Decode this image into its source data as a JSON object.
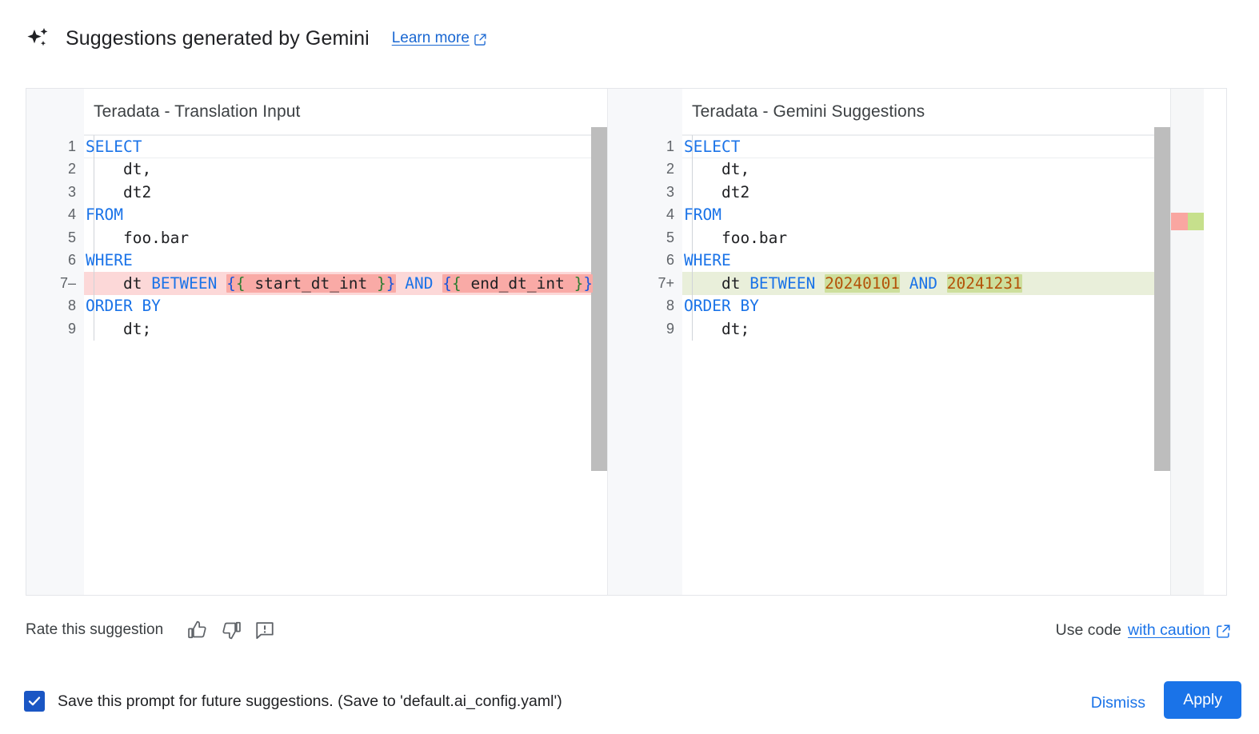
{
  "header": {
    "sparkle_icon": "sparkle-icon",
    "title": "Suggestions generated by Gemini",
    "learn_more_label": "Learn more",
    "external_icon": "external-link-icon"
  },
  "diff": {
    "left_pane": {
      "title": "Teradata - Translation Input",
      "lines": [
        {
          "n": "1",
          "sign": "",
          "state": "current",
          "segments": [
            {
              "t": "SELECT",
              "c": "kw"
            }
          ]
        },
        {
          "n": "2",
          "sign": "",
          "state": "normal",
          "segments": [
            {
              "t": "    dt,",
              "c": ""
            }
          ]
        },
        {
          "n": "3",
          "sign": "",
          "state": "normal",
          "segments": [
            {
              "t": "    dt2",
              "c": ""
            }
          ]
        },
        {
          "n": "4",
          "sign": "",
          "state": "normal",
          "segments": [
            {
              "t": "FROM",
              "c": "kw"
            }
          ]
        },
        {
          "n": "5",
          "sign": "",
          "state": "normal",
          "segments": [
            {
              "t": "    foo.bar",
              "c": ""
            }
          ]
        },
        {
          "n": "6",
          "sign": "",
          "state": "normal",
          "segments": [
            {
              "t": "WHERE",
              "c": "kw"
            }
          ]
        },
        {
          "n": "7",
          "sign": "–",
          "state": "deleted",
          "segments": [
            {
              "t": "    dt ",
              "c": ""
            },
            {
              "t": "BETWEEN",
              "c": "kw"
            },
            {
              "t": " ",
              "c": ""
            },
            {
              "t": "{{ start_dt_int }}",
              "c": "tpl",
              "hl": "del"
            },
            {
              "t": " ",
              "c": ""
            },
            {
              "t": "AND",
              "c": "kw"
            },
            {
              "t": " ",
              "c": ""
            },
            {
              "t": "{{ end_dt_int }}",
              "c": "tpl",
              "hl": "del"
            }
          ]
        },
        {
          "n": "8",
          "sign": "",
          "state": "normal",
          "segments": [
            {
              "t": "ORDER BY",
              "c": "kw"
            }
          ]
        },
        {
          "n": "9",
          "sign": "",
          "state": "normal",
          "segments": [
            {
              "t": "    dt;",
              "c": ""
            }
          ]
        }
      ]
    },
    "right_pane": {
      "title": "Teradata - Gemini Suggestions",
      "lines": [
        {
          "n": "1",
          "sign": "",
          "state": "current",
          "segments": [
            {
              "t": "SELECT",
              "c": "kw"
            }
          ]
        },
        {
          "n": "2",
          "sign": "",
          "state": "normal",
          "segments": [
            {
              "t": "    dt,",
              "c": ""
            }
          ]
        },
        {
          "n": "3",
          "sign": "",
          "state": "normal",
          "segments": [
            {
              "t": "    dt2",
              "c": ""
            }
          ]
        },
        {
          "n": "4",
          "sign": "",
          "state": "normal",
          "segments": [
            {
              "t": "FROM",
              "c": "kw"
            }
          ]
        },
        {
          "n": "5",
          "sign": "",
          "state": "normal",
          "segments": [
            {
              "t": "    foo.bar",
              "c": ""
            }
          ]
        },
        {
          "n": "6",
          "sign": "",
          "state": "normal",
          "segments": [
            {
              "t": "WHERE",
              "c": "kw"
            }
          ]
        },
        {
          "n": "7",
          "sign": "+",
          "state": "added",
          "segments": [
            {
              "t": "    dt ",
              "c": ""
            },
            {
              "t": "BETWEEN",
              "c": "kw"
            },
            {
              "t": " ",
              "c": ""
            },
            {
              "t": "20240101",
              "c": "num",
              "hl": "add"
            },
            {
              "t": " ",
              "c": ""
            },
            {
              "t": "AND",
              "c": "kw"
            },
            {
              "t": " ",
              "c": ""
            },
            {
              "t": "20241231",
              "c": "num",
              "hl": "add"
            }
          ]
        },
        {
          "n": "8",
          "sign": "",
          "state": "normal",
          "segments": [
            {
              "t": "ORDER BY",
              "c": "kw"
            }
          ]
        },
        {
          "n": "9",
          "sign": "",
          "state": "normal",
          "segments": [
            {
              "t": "    dt;",
              "c": ""
            }
          ]
        }
      ]
    },
    "overview_ruler": {
      "removed_color": "#f9a6a1",
      "added_color": "#c6e08c"
    }
  },
  "feedback": {
    "rate_label": "Rate this suggestion",
    "thumb_up_icon": "thumb-up-icon",
    "thumb_down_icon": "thumb-down-icon",
    "report_icon": "report-icon",
    "use_code_label": "Use code",
    "caution_link_label": "with caution",
    "external_icon": "external-link-icon"
  },
  "bottom": {
    "save_prompt_label": "Save this prompt for future suggestions. (Save to 'default.ai_config.yaml')",
    "save_prompt_checked": true,
    "dismiss_label": "Dismiss",
    "apply_label": "Apply"
  },
  "colors": {
    "accent_blue": "#1a73e8",
    "keyword_blue": "#1a73e8",
    "number_orange": "#b45309",
    "diff_removed_bg": "#fcd8d8",
    "diff_removed_token": "#f9aaa6",
    "diff_added_bg": "#e9efda",
    "diff_added_token": "#cddf9d",
    "checkbox_blue": "#1a56c4"
  }
}
